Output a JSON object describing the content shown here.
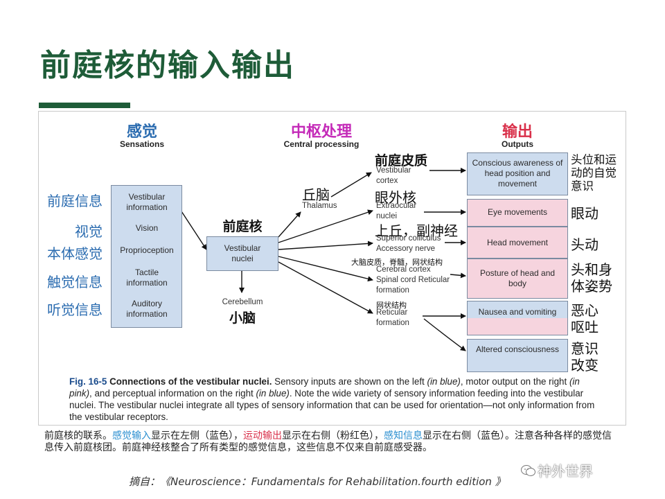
{
  "title": "前庭核的输入输出",
  "headers": {
    "sensations_cn": "感觉",
    "sensations_en": "Sensations",
    "central_cn": "中枢处理",
    "central_en": "Central processing",
    "outputs_cn": "输出",
    "outputs_en": "Outputs"
  },
  "colors": {
    "green": "#1e5c38",
    "blue_header": "#2b6cb0",
    "magenta_header": "#c42ab8",
    "red_header": "#d9304a",
    "sensory_fill": "#cddcee",
    "motor_fill": "#f6d4de"
  },
  "inputs": [
    {
      "cn": "前庭信息",
      "en": "Vestibular information"
    },
    {
      "cn": "视觉",
      "en": "Vision"
    },
    {
      "cn": "本体感觉",
      "en": "Proprioception"
    },
    {
      "cn": "触觉信息",
      "en": "Tactile information"
    },
    {
      "cn": "听觉信息",
      "en": "Auditory information"
    }
  ],
  "nuclei": {
    "cn": "前庭核",
    "en": "Vestibular nuclei"
  },
  "cerebellum": {
    "en": "Cerebellum",
    "cn": "小脑"
  },
  "targets": [
    {
      "cn": "丘脑",
      "en": "Thalamus"
    },
    {
      "cn": "前庭皮质",
      "en": "Vestibular cortex"
    },
    {
      "cn": "眼外核",
      "en": "Extraocular nuclei"
    },
    {
      "cn": "上丘，副神经",
      "en": "Superior colliculus Accessory nerve"
    },
    {
      "cn": "大脑皮质，脊髓，网状结构",
      "en": "Cerebral cortex Spinal cord Reticular formation"
    },
    {
      "cn": "网状结构",
      "en": "Reticular formation"
    }
  ],
  "outputs": [
    {
      "en": "Conscious awareness of head position and movement",
      "cn": "头位和运动的自觉意识"
    },
    {
      "en": "Eye movements",
      "cn": "眼动"
    },
    {
      "en": "Head movement",
      "cn": "头动"
    },
    {
      "en": "Posture of head and body",
      "cn": "头和身体姿势"
    },
    {
      "en": "Nausea and vomiting",
      "cn": "恶心呕吐"
    },
    {
      "en": "Altered consciousness",
      "cn": "意识改变"
    }
  ],
  "caption": {
    "fig": "Fig. 16-5",
    "heading": "Connections of the vestibular nuclei.",
    "p1": " Sensory inputs are shown on the left ",
    "blue1": "(in blue)",
    "p2": ", motor output on the right ",
    "pink": "(in pink)",
    "p3": ", and perceptual information on the right ",
    "blue2": "(in blue)",
    "p4": ". Note the wide variety of sensory information feeding into the vestibular nuclei. The vestibular nuclei integrate all types of sensory information that can be used for orientation—not only information from the vestibular receptors."
  },
  "cn_caption": {
    "a": "前庭核的联系。",
    "b": "感觉输入",
    "c": "显示在左侧（蓝色），",
    "d": "运动输出",
    "e": "显示在右侧（粉红色），",
    "f": "感知信息",
    "g": "显示在右侧（蓝色）。注意各种各样的感觉信息传入前庭核团。前庭神经核整合了所有类型的感觉信息，这些信息不仅来自前庭感受器。"
  },
  "source": "摘自：《Neuroscience：Fundamentals for Rehabilitation.fourth edition 》",
  "watermark": "神外世界"
}
